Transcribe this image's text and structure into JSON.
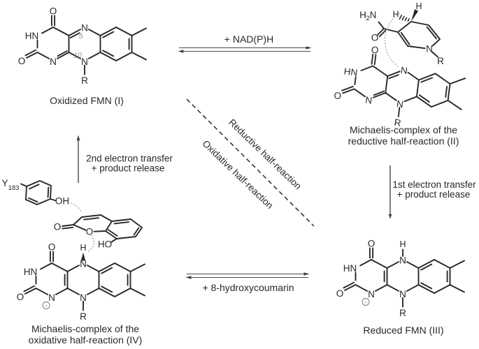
{
  "colors": {
    "ink": "#282828",
    "gray_annotation": "#8e8e8e",
    "dotted_interaction": "#9b9b9b",
    "arrow": "#4a4a4a",
    "background": "#ffffff"
  },
  "atoms": {
    "O": "O",
    "HN": "HN",
    "N": "N",
    "R": "R",
    "H": "H",
    "OH": "OH",
    "HO": "HO",
    "H2N_H": "H",
    "H2N_sub": "2",
    "H2N_N": "N",
    "minus": "−",
    "pos5": "5",
    "pos10": "10",
    "Y": "Y",
    "Y_sub": "183"
  },
  "structures": {
    "oxidized_fmn": {
      "caption": "Oxidized FMN (I)"
    },
    "michaelis_reductive": {
      "caption_line1": "Michaelis-complex of the",
      "caption_line2": "reductive half-reaction (II)"
    },
    "reduced_fmn": {
      "caption": "Reduced FMN (III)"
    },
    "michaelis_oxidative": {
      "caption_line1": "Michaelis-complex of the",
      "caption_line2": "oxidative half-reaction (IV)"
    }
  },
  "arrows": {
    "nadph": {
      "label": "+ NAD(P)H"
    },
    "first_electron": {
      "line1": "1st electron transfer",
      "line2": "+ product release"
    },
    "hydroxycoumarin": {
      "label": "+ 8-hydroxycoumarin"
    },
    "second_electron": {
      "line1": "2nd electron transfer",
      "line2": "+ product release"
    }
  },
  "half_reactions": {
    "reductive": "Reductive half-reaction",
    "oxidative": "Oxidative half-reaction"
  }
}
